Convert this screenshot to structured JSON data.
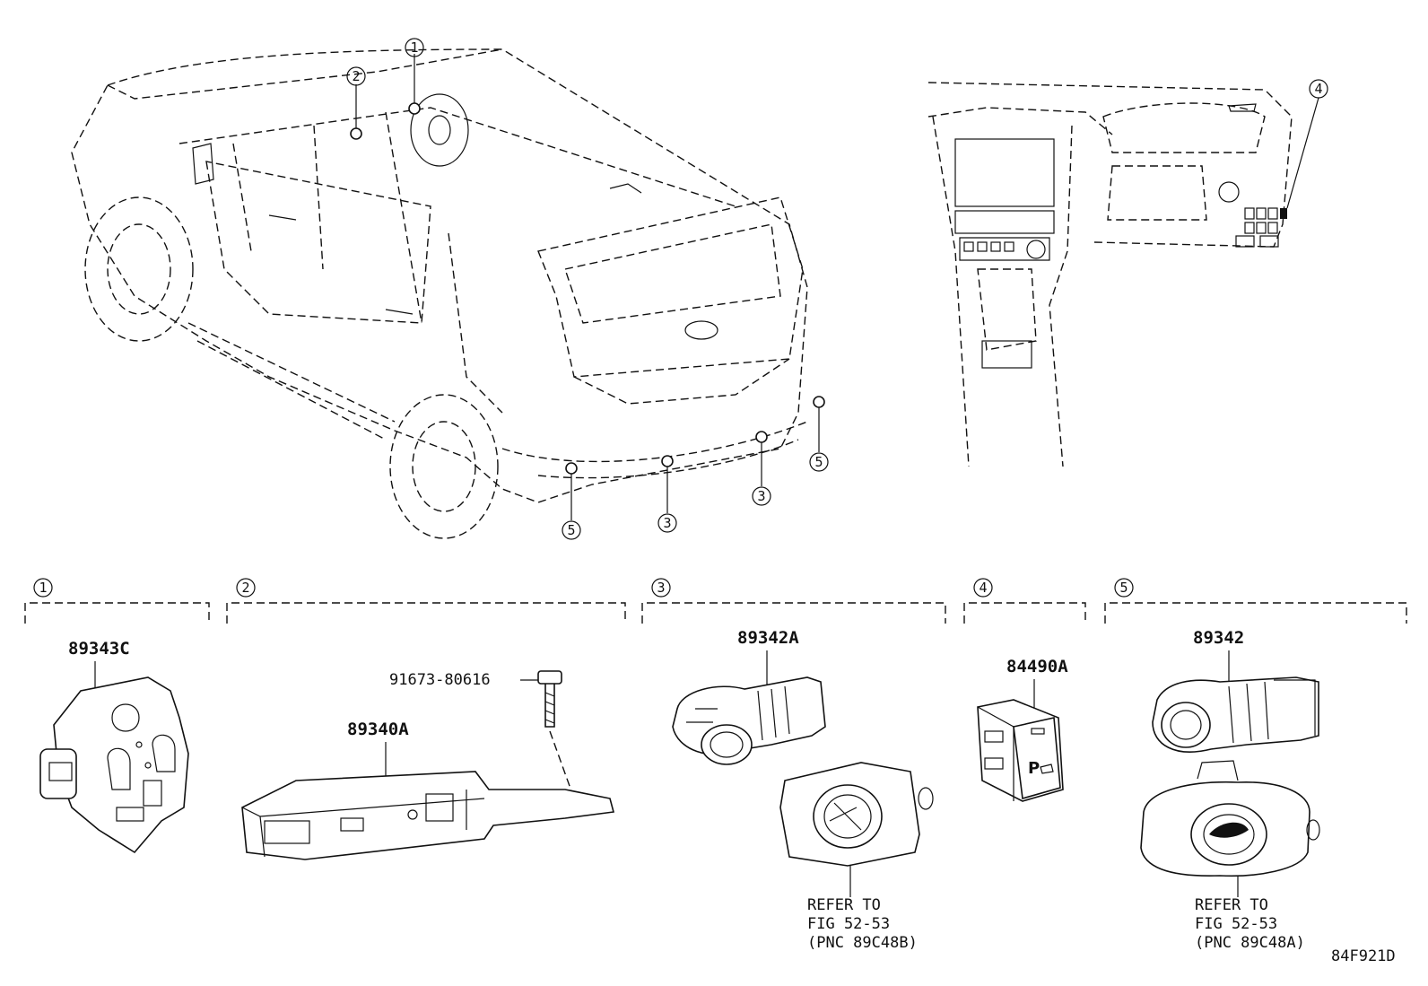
{
  "callouts": [
    "1",
    "2",
    "3",
    "4",
    "5"
  ],
  "vehicle_markers": {
    "m1": "1",
    "m2": "2",
    "m3a": "3",
    "m3b": "3",
    "m4": "4",
    "m5a": "5",
    "m5b": "5"
  },
  "sections": [
    {
      "id": "1",
      "parts": [
        "89343C"
      ]
    },
    {
      "id": "2",
      "parts": [
        "91673-80616",
        "89340A"
      ]
    },
    {
      "id": "3",
      "parts": [
        "89342A"
      ],
      "note": [
        "REFER TO",
        "FIG 52-53",
        "(PNC 89C48B)"
      ]
    },
    {
      "id": "4",
      "parts": [
        "84490A"
      ]
    },
    {
      "id": "5",
      "parts": [
        "89342"
      ],
      "note": [
        "REFER TO",
        "FIG 52-53",
        "(PNC 89C48A)"
      ]
    }
  ],
  "diagram_code": "84F921D",
  "switch_label": "P"
}
